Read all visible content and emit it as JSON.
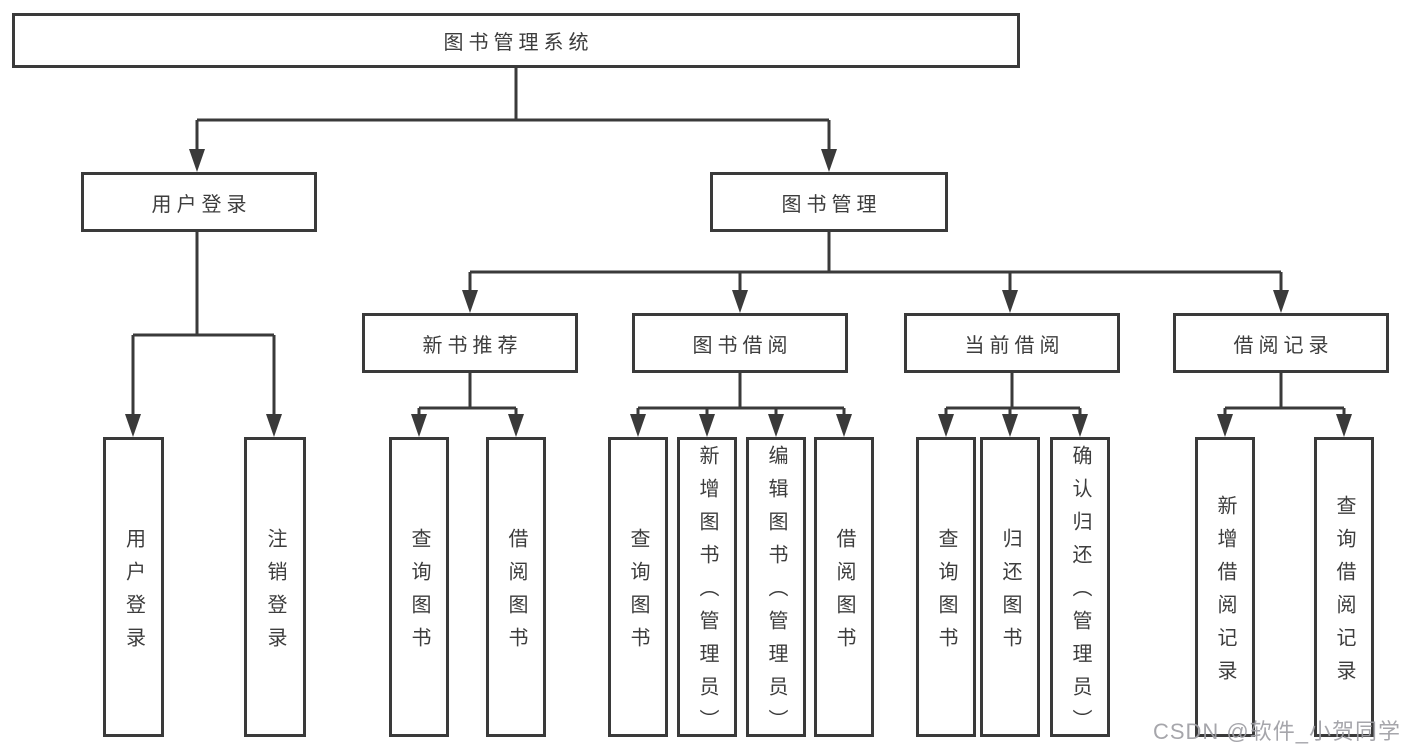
{
  "diagram": {
    "title": "图书管理系统",
    "tree": {
      "root": {
        "label": "图书管理系统"
      },
      "level2": [
        {
          "label": "用户登录"
        },
        {
          "label": "图书管理"
        }
      ],
      "level3": [
        {
          "label": "新书推荐"
        },
        {
          "label": "图书借阅"
        },
        {
          "label": "当前借阅"
        },
        {
          "label": "借阅记录"
        }
      ],
      "leaves": {
        "login": [
          "用户登录",
          "注销登录"
        ],
        "recommend": [
          "查询图书",
          "借阅图书"
        ],
        "borrow": [
          "查询图书",
          "新增图书（管理员）",
          "编辑图书（管理员）",
          "借阅图书"
        ],
        "current": [
          "查询图书",
          "归还图书",
          "确认归还（管理员）"
        ],
        "record": [
          "新增借阅记录",
          "查询借阅记录"
        ]
      }
    }
  },
  "watermark": {
    "text": "CSDN @软件_小贺同学"
  },
  "colors": {
    "line": "#3a3a3a",
    "text": "#3d3d3d",
    "background": "#ffffff",
    "watermark": "#9e9ea4"
  }
}
